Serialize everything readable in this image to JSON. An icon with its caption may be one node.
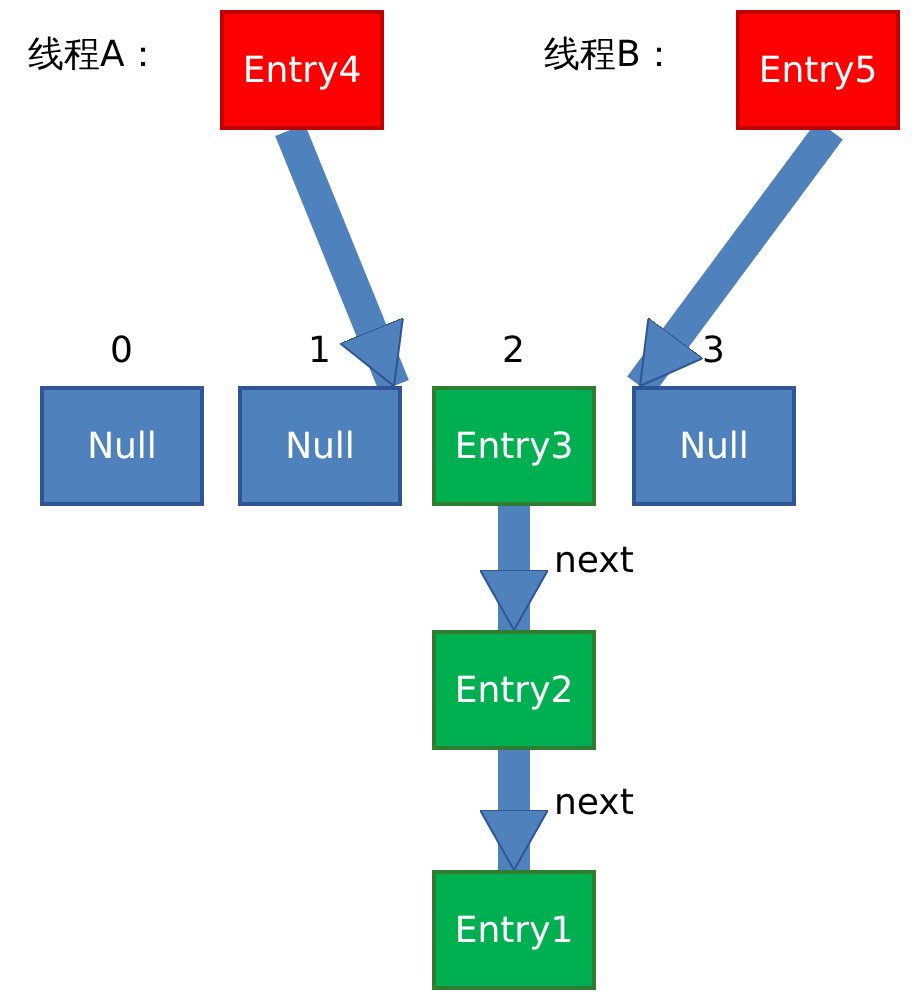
{
  "diagram": {
    "nodes": [
      {
        "text": [
          "Entry4"
        ],
        "beside": [
          "线程A："
        ]
      },
      {
        "text": [
          "Entry5"
        ],
        "beside": [
          "线程B："
        ]
      },
      {
        "text": [
          "Null"
        ],
        "beside": [
          "0"
        ]
      },
      {
        "text": [
          "Null"
        ],
        "beside": [
          "1"
        ]
      },
      {
        "text": [
          "Entry3"
        ],
        "beside": [
          "2"
        ]
      },
      {
        "text": [
          "Null"
        ],
        "beside": [
          "3"
        ]
      },
      {
        "text": [
          "Entry2"
        ]
      },
      {
        "text": [
          "Entry1"
        ]
      }
    ],
    "edges": [
      {
        "from": 0,
        "to": 3,
        "arrow": "to"
      },
      {
        "from": 1,
        "to": 5,
        "arrow": "to"
      },
      {
        "from": 4,
        "to": 6,
        "arrow": "to",
        "label": "next"
      },
      {
        "from": 6,
        "to": 7,
        "arrow": "to",
        "label": "next"
      }
    ]
  }
}
